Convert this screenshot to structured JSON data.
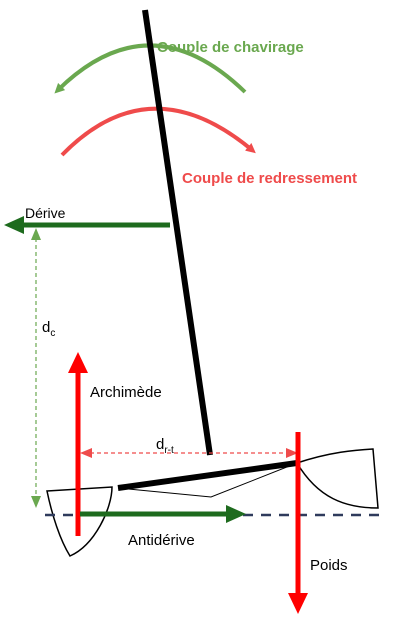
{
  "labels": {
    "couple_chavirage": "Couple de chavirage",
    "couple_redressement": "Couple de redressement",
    "derive": "Dérive",
    "dc_main": "d",
    "dc_sub": "c",
    "archimede": "Archimède",
    "drt_main": "d",
    "drt_sub": "r-t",
    "antiderive": "Antidérive",
    "poids": "Poids"
  },
  "colors": {
    "green_light": "#6aa84f",
    "green_dark": "#1e6b1e",
    "red": "#ff0000",
    "red_light": "#ef4b4b",
    "black": "#000000",
    "navy_dashed": "#2f3b5c"
  }
}
